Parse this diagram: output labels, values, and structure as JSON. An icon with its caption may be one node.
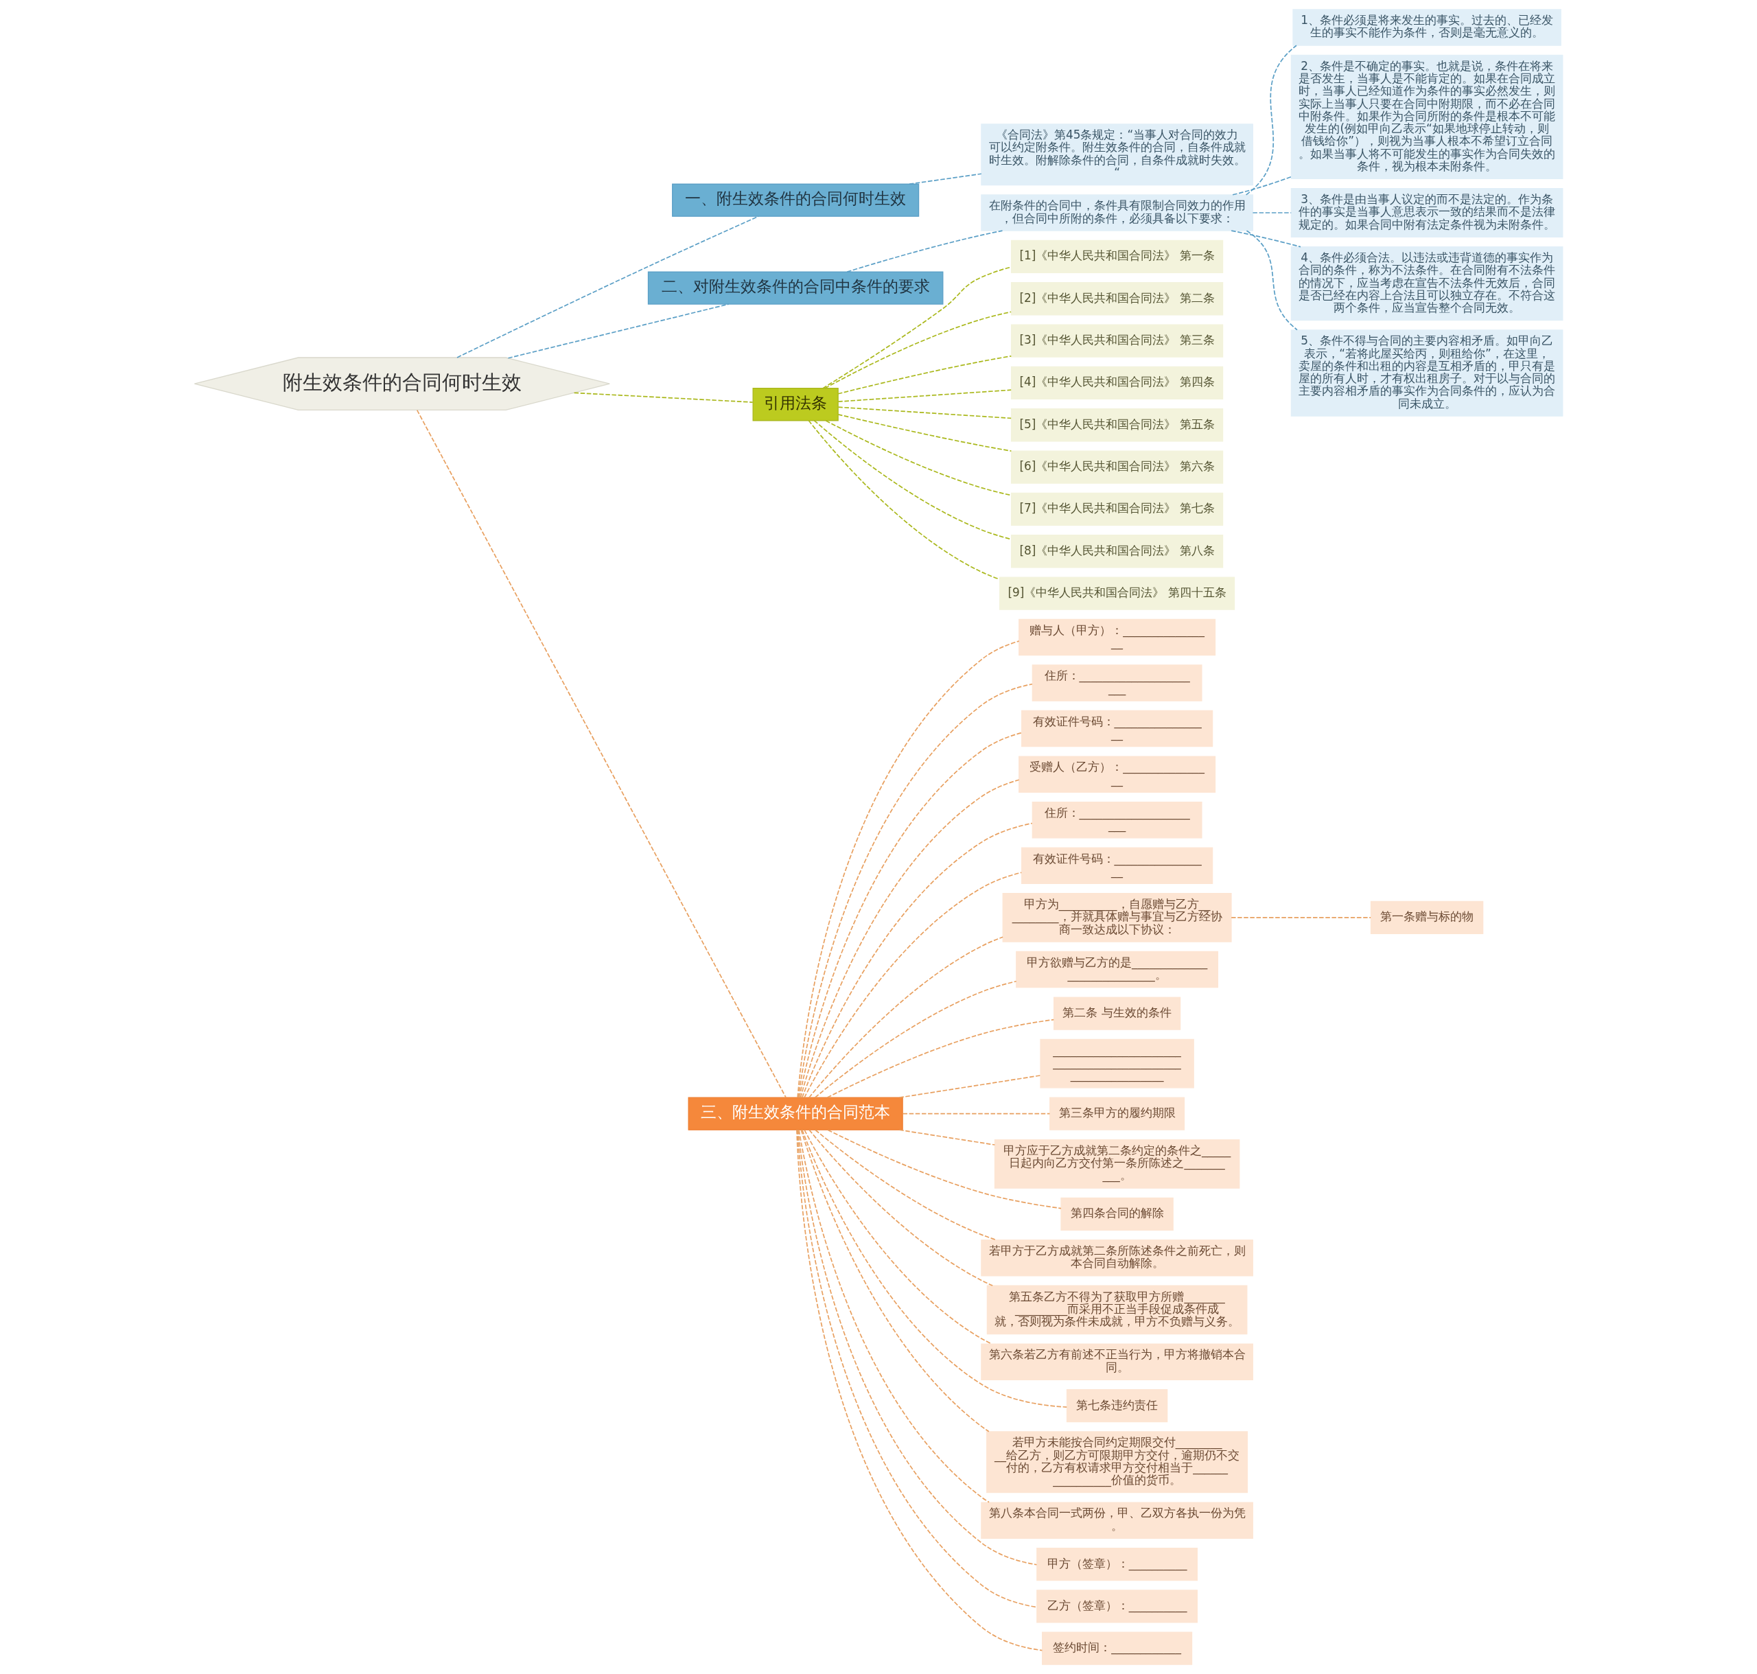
{
  "diagram": {
    "nodes": [
      {
        "text": [
          "附生效条件的合同何时生效"
        ]
      },
      {
        "text": [
          "一、附生效条件的合同何时生效"
        ]
      },
      {
        "text": [
          "《合同法》第45条规定：“当事人对合同的效力可以约定附条件。附生效条件的合同，自条件成就时生效。附解除条件的合同，自条件成就时失效。“"
        ]
      },
      {
        "text": [
          "二、对附生效条件的合同中条件的要求"
        ]
      },
      {
        "text": [
          "在附条件的合同中，条件具有限制合同效力的作用，但合同中所附的条件，必须具备以下要求："
        ]
      },
      {
        "text": [
          "1、条件必须是将来发生的事实。过去的、已经发生的事实不能作为条件，否则是毫无意义的。"
        ]
      },
      {
        "text": [
          "2、条件是不确定的事实。也就是说，条件在将来是否发生，当事人是不能肯定的。如果在合同成立时，当事人已经知道作为条件的事实必然发生，则实际上当事人只要在合同中附期限，而不必在合同中附条件。如果作为合同所附的条件是根本不可能发生的(例如甲向乙表示“如果地球停止转动，则借钱给你”），则视为当事人根本不希望订立合同。如果当事人将不可能发生的事实作为合同失效的条件，视为根本未附条件。"
        ]
      },
      {
        "text": [
          "3、条件是由当事人议定的而不是法定的。作为条件的事实是当事人意思表示一致的结果而不是法律规定的。如果合同中附有法定条件视为未附条件。"
        ]
      },
      {
        "text": [
          "4、条件必须合法。以违法或违背道德的事实作为合同的条件，称为不法条件。在合同附有不法条件的情况下，应当考虑在宣告不法条件无效后，合同是否已经在内容上合法且可以独立存在。不符合这两个条件，应当宣告整个合同无效。"
        ]
      },
      {
        "text": [
          "5、条件不得与合同的主要内容相矛盾。如甲向乙表示，“若将此屋买给丙，则租给你”，在这里，卖屋的条件和出租的内容是互相矛盾的，甲只有是屋的所有人时，才有权出租房子。对于以与合同的主要内容相矛盾的事实作为合同条件的，应认为合同未成立。"
        ]
      },
      {
        "text": [
          "引用法条"
        ]
      },
      {
        "text": [
          "[1]《中华人民共和国合同法》 第一条"
        ]
      },
      {
        "text": [
          "[2]《中华人民共和国合同法》 第二条"
        ]
      },
      {
        "text": [
          "[3]《中华人民共和国合同法》 第三条"
        ]
      },
      {
        "text": [
          "[4]《中华人民共和国合同法》 第四条"
        ]
      },
      {
        "text": [
          "[5]《中华人民共和国合同法》 第五条"
        ]
      },
      {
        "text": [
          "[6]《中华人民共和国合同法》 第六条"
        ]
      },
      {
        "text": [
          "[7]《中华人民共和国合同法》 第七条"
        ]
      },
      {
        "text": [
          "[8]《中华人民共和国合同法》 第八条"
        ]
      },
      {
        "text": [
          "[9]《中华人民共和国合同法》 第四十五条"
        ]
      },
      {
        "text": [
          "三、附生效条件的合同范本"
        ]
      },
      {
        "text": [
          "赠与人（甲方）：________________"
        ]
      },
      {
        "text": [
          "住所：______________________"
        ]
      },
      {
        "text": [
          "有效证件号码：_________________"
        ]
      },
      {
        "text": [
          "受赠人（乙方）：________________"
        ]
      },
      {
        "text": [
          "住所：______________________"
        ]
      },
      {
        "text": [
          "有效证件号码：_________________"
        ]
      },
      {
        "text": [
          "甲方为__________，自愿赠与乙方__________，并就具体赠与事宜与乙方经协商一致达成以下协议："
        ]
      },
      {
        "text": [
          "第一条赠与标的物"
        ]
      },
      {
        "text": [
          "甲方欲赠与乙方的是____________________________。"
        ]
      },
      {
        "text": [
          "第二条 与生效的条件"
        ]
      },
      {
        "text": [
          "____________________________________________________________"
        ]
      },
      {
        "text": [
          "第三条甲方的履约期限"
        ]
      },
      {
        "text": [
          "甲方应于乙方成就第二条约定的条件之_____日起内向乙方交付第一条所陈述之__________。"
        ]
      },
      {
        "text": [
          "第四条合同的解除"
        ]
      },
      {
        "text": [
          "若甲方于乙方成就第二条所陈述条件之前死亡，则本合同自动解除。"
        ]
      },
      {
        "text": [
          "第五条乙方不得为了获取甲方所赠________________而采用不正当手段促成条件成就，否则视为条件未成就，甲方不负赠与义务。"
        ]
      },
      {
        "text": [
          "第六条若乙方有前述不正当行为，甲方将撤销本合同。"
        ]
      },
      {
        "text": [
          "第七条违约责任"
        ]
      },
      {
        "text": [
          "若甲方未能按合同约定期限交付__________给乙方，则乙方可限期甲方交付，逾期仍不交付的，乙方有权请求甲方交付相当于________________价值的货币。"
        ]
      },
      {
        "text": [
          "第八条本合同一式两份，甲、乙双方各执一份为凭。"
        ]
      },
      {
        "text": [
          "甲方（签章）：__________"
        ]
      },
      {
        "text": [
          "乙方（签章）：__________"
        ]
      },
      {
        "text": [
          "签约时间：____________"
        ]
      }
    ],
    "edges": [
      {
        "from": 0,
        "to": 1,
        "arrow": "none",
        "style": "dashed",
        "color": "#5b9fc6"
      },
      {
        "from": 1,
        "to": 2,
        "arrow": "none",
        "style": "dashed",
        "color": "#5b9fc6"
      },
      {
        "from": 0,
        "to": 3,
        "arrow": "none",
        "style": "dashed",
        "color": "#5b9fc6"
      },
      {
        "from": 3,
        "to": 4,
        "arrow": "none",
        "style": "dashed",
        "color": "#5b9fc6"
      },
      {
        "from": 4,
        "to": 5,
        "arrow": "none",
        "style": "dashed",
        "color": "#5b9fc6"
      },
      {
        "from": 4,
        "to": 6,
        "arrow": "none",
        "style": "dashed",
        "color": "#5b9fc6"
      },
      {
        "from": 4,
        "to": 7,
        "arrow": "none",
        "style": "dashed",
        "color": "#5b9fc6"
      },
      {
        "from": 4,
        "to": 8,
        "arrow": "none",
        "style": "dashed",
        "color": "#5b9fc6"
      },
      {
        "from": 4,
        "to": 9,
        "arrow": "none",
        "style": "dashed",
        "color": "#5b9fc6"
      },
      {
        "from": 0,
        "to": 10,
        "arrow": "none",
        "style": "dashed",
        "color": "#aab81c"
      },
      {
        "from": 10,
        "to": 11,
        "arrow": "none",
        "style": "dashed",
        "color": "#aab81c"
      },
      {
        "from": 10,
        "to": 12,
        "arrow": "none",
        "style": "dashed",
        "color": "#aab81c"
      },
      {
        "from": 10,
        "to": 13,
        "arrow": "none",
        "style": "dashed",
        "color": "#aab81c"
      },
      {
        "from": 10,
        "to": 14,
        "arrow": "none",
        "style": "dashed",
        "color": "#aab81c"
      },
      {
        "from": 10,
        "to": 15,
        "arrow": "none",
        "style": "dashed",
        "color": "#aab81c"
      },
      {
        "from": 10,
        "to": 16,
        "arrow": "none",
        "style": "dashed",
        "color": "#aab81c"
      },
      {
        "from": 10,
        "to": 17,
        "arrow": "none",
        "style": "dashed",
        "color": "#aab81c"
      },
      {
        "from": 10,
        "to": 18,
        "arrow": "none",
        "style": "dashed",
        "color": "#aab81c"
      },
      {
        "from": 10,
        "to": 19,
        "arrow": "none",
        "style": "dashed",
        "color": "#aab81c"
      },
      {
        "from": 0,
        "to": 20,
        "arrow": "none",
        "style": "dashed"
      },
      {
        "from": 20,
        "to": 21,
        "arrow": "none",
        "style": "dashed"
      },
      {
        "from": 20,
        "to": 22,
        "arrow": "none",
        "style": "dashed"
      },
      {
        "from": 20,
        "to": 23,
        "arrow": "none",
        "style": "dashed"
      },
      {
        "from": 20,
        "to": 24,
        "arrow": "none",
        "style": "dashed"
      },
      {
        "from": 20,
        "to": 25,
        "arrow": "none",
        "style": "dashed"
      },
      {
        "from": 20,
        "to": 26,
        "arrow": "none",
        "style": "dashed"
      },
      {
        "from": 20,
        "to": 27,
        "arrow": "none",
        "style": "dashed"
      },
      {
        "from": 27,
        "to": 28,
        "arrow": "none",
        "style": "dashed"
      },
      {
        "from": 20,
        "to": 29,
        "arrow": "none",
        "style": "dashed"
      },
      {
        "from": 20,
        "to": 30,
        "arrow": "none",
        "style": "dashed"
      },
      {
        "from": 20,
        "to": 31,
        "arrow": "none",
        "style": "dashed"
      },
      {
        "from": 20,
        "to": 32,
        "arrow": "none",
        "style": "dashed"
      },
      {
        "from": 20,
        "to": 33,
        "arrow": "none",
        "style": "dashed"
      },
      {
        "from": 20,
        "to": 34,
        "arrow": "none",
        "style": "dashed"
      },
      {
        "from": 20,
        "to": 35,
        "arrow": "none",
        "style": "dashed"
      },
      {
        "from": 20,
        "to": 36,
        "arrow": "none",
        "style": "dashed"
      },
      {
        "from": 20,
        "to": 37,
        "arrow": "none",
        "style": "dashed"
      },
      {
        "from": 20,
        "to": 38,
        "arrow": "none",
        "style": "dashed"
      },
      {
        "from": 20,
        "to": 39,
        "arrow": "none",
        "style": "dashed"
      },
      {
        "from": 20,
        "to": 40,
        "arrow": "none",
        "style": "dashed"
      },
      {
        "from": 20,
        "to": 41,
        "arrow": "none",
        "style": "dashed"
      },
      {
        "from": 20,
        "to": 42,
        "arrow": "none",
        "style": "dashed"
      },
      {
        "from": 20,
        "to": 43,
        "arrow": "none",
        "style": "dashed"
      }
    ]
  }
}
